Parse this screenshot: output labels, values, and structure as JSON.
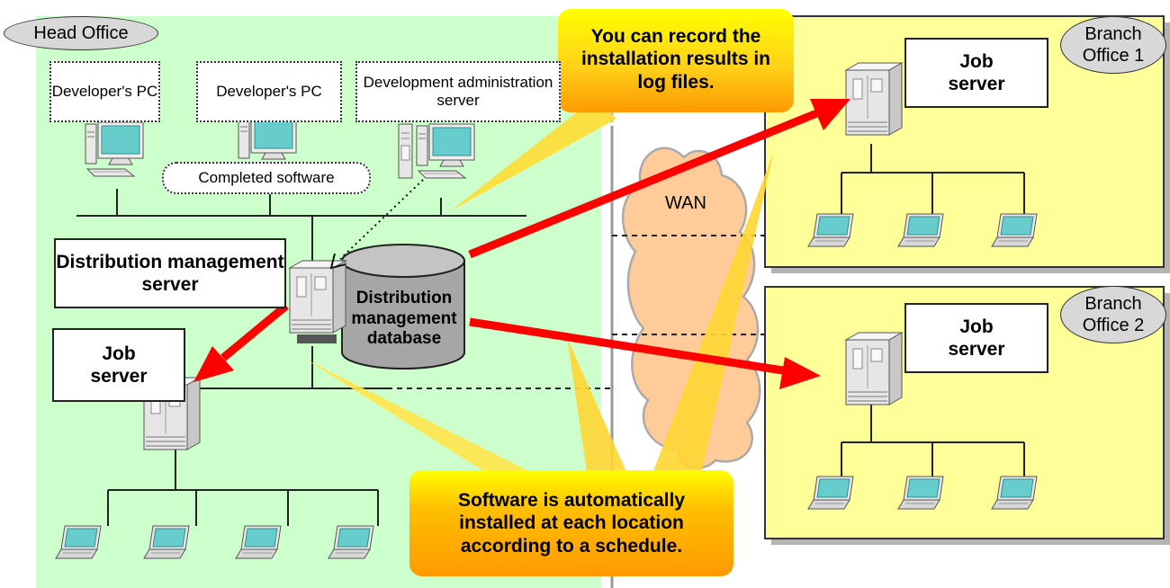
{
  "colors": {
    "head_office_bg": "#ccffcc",
    "branch_office_bg": "#ffff99",
    "arrow": "#ff0000",
    "callout_top": "#ffff00",
    "callout_bottom": "#ff9900",
    "database": "#a6a6a6",
    "wan_cloud": "#ffcc99",
    "screen": "#66cccc"
  },
  "head_office": {
    "label": "Head Office",
    "developer_pc_1": "Developer's PC",
    "developer_pc_2": "Developer's PC",
    "dev_admin_server": "Development administration server",
    "completed_software": "Completed software",
    "distribution_server": "Distribution management server",
    "distribution_db": "Distribution management database",
    "job_server": "Job server"
  },
  "wan": {
    "label": "WAN"
  },
  "branch_office_1": {
    "label": "Branch Office 1",
    "job_server": "Job server"
  },
  "branch_office_2": {
    "label": "Branch Office 2",
    "job_server": "Job server"
  },
  "callouts": {
    "log_files": "You can record the installation results in log files.",
    "schedule": "Software is automatically installed at each location according to a schedule."
  },
  "icons": [
    "server-tower-icon",
    "desktop-pc-icon",
    "laptop-icon",
    "database-cylinder-icon",
    "cloud-icon",
    "arrow-icon"
  ]
}
